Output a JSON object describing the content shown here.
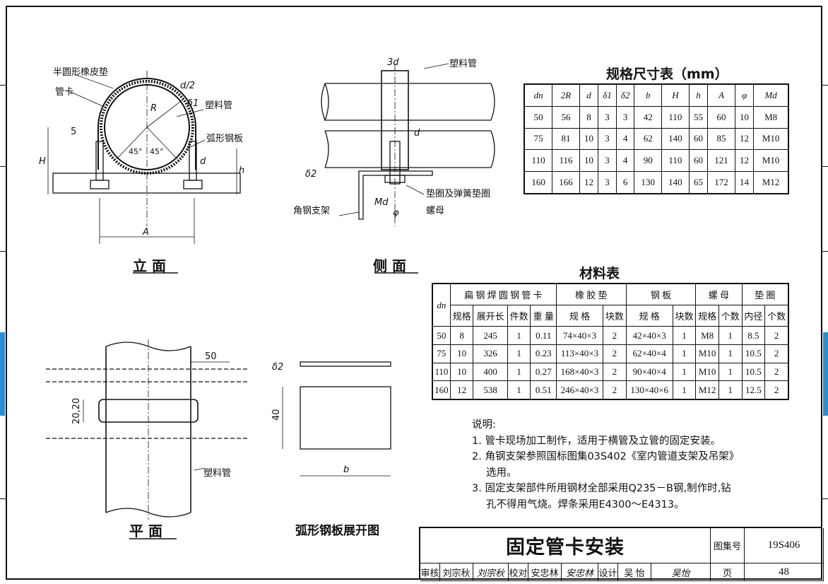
{
  "views": {
    "elevation_title": "立 面",
    "side_title": "侧 面",
    "plan_title": "平 面",
    "unfold_title": "弧形钢板展开图"
  },
  "labels": {
    "rubber_pad": "半圆形橡皮垫",
    "pipe_clamp": "管卡",
    "plastic_pipe": "塑料管",
    "arc_plate": "弧形钢板",
    "washer": "垫圈及弹簧垫圈",
    "angle_bracket": "角钢支架",
    "nut": "螺母",
    "dim_d2": "d/2",
    "dim_delta1": "δ1",
    "dim_R": "R",
    "dim_5": "5",
    "dim_H": "H",
    "dim_h": "h",
    "dim_A": "A",
    "dim_d": "d",
    "dim_45a": "45°",
    "dim_45b": "45°",
    "dim_3d": "3d",
    "dim_delta2": "δ2",
    "dim_Md": "Md",
    "dim_phi": "φ",
    "dim_50": "50",
    "dim_2020": "20,20",
    "dim_40": "40",
    "dim_b": "b"
  },
  "spec_table": {
    "title": "规格尺寸表（mm）",
    "headers": [
      "dn",
      "2R",
      "d",
      "δ1",
      "δ2",
      "b",
      "H",
      "h",
      "A",
      "φ",
      "Md"
    ],
    "rows": [
      [
        "50",
        "56",
        "8",
        "3",
        "3",
        "42",
        "110",
        "55",
        "60",
        "10",
        "M8"
      ],
      [
        "75",
        "81",
        "10",
        "3",
        "4",
        "62",
        "140",
        "60",
        "85",
        "12",
        "M10"
      ],
      [
        "110",
        "116",
        "10",
        "3",
        "4",
        "90",
        "110",
        "60",
        "121",
        "12",
        "M10"
      ],
      [
        "160",
        "166",
        "12",
        "3",
        "6",
        "130",
        "140",
        "65",
        "172",
        "14",
        "M12"
      ]
    ]
  },
  "material_table": {
    "title": "材料表",
    "dn": "dn",
    "groups": [
      "扁 钢 焊 圆 钢 管 卡",
      "橡 胶 垫",
      "钢 板",
      "螺 母",
      "垫 圈"
    ],
    "sub": [
      "规格",
      "展开长",
      "件数",
      "重 量",
      "规 格",
      "块数",
      "规 格",
      "块数",
      "规格",
      "个数",
      "内径",
      "个数"
    ],
    "rows": [
      [
        "50",
        "8",
        "245",
        "1",
        "0.11",
        "74×40×3",
        "2",
        "42×40×3",
        "1",
        "M8",
        "1",
        "8.5",
        "2"
      ],
      [
        "75",
        "10",
        "326",
        "1",
        "0.23",
        "113×40×3",
        "2",
        "62×40×4",
        "1",
        "M10",
        "1",
        "10.5",
        "2"
      ],
      [
        "110",
        "10",
        "400",
        "1",
        "0.27",
        "168×40×3",
        "2",
        "90×40×4",
        "1",
        "M10",
        "1",
        "10.5",
        "2"
      ],
      [
        "160",
        "12",
        "538",
        "1",
        "0.51",
        "246×40×3",
        "2",
        "130×40×6",
        "1",
        "M12",
        "1",
        "12.5",
        "2"
      ]
    ]
  },
  "notes": {
    "heading": "说明:",
    "lines": [
      "1. 管卡现场加工制作，适用于横管及立管的固定安装。",
      "2. 角钢支架参照国标图集03S402《室内管道支架及吊架》",
      "   选用。",
      "3. 固定支架部件所用钢材全部采用Q235－B钢,制作时,钻",
      "   孔不得用气烧。焊条采用E4300～E4313。"
    ]
  },
  "title_block": {
    "title": "固定管卡安装",
    "atlas_label": "图集号",
    "atlas_no": "19S406",
    "page_label": "页",
    "page_no": "48",
    "review_label": "审核",
    "reviewer": "刘宗秋",
    "reviewer_sig": "刘宗秋",
    "check_label": "校对",
    "checker": "安忠林",
    "checker_sig": "安忠林",
    "design_label": "设计",
    "designer": "吴 怡",
    "designer_sig": "吴怡"
  }
}
